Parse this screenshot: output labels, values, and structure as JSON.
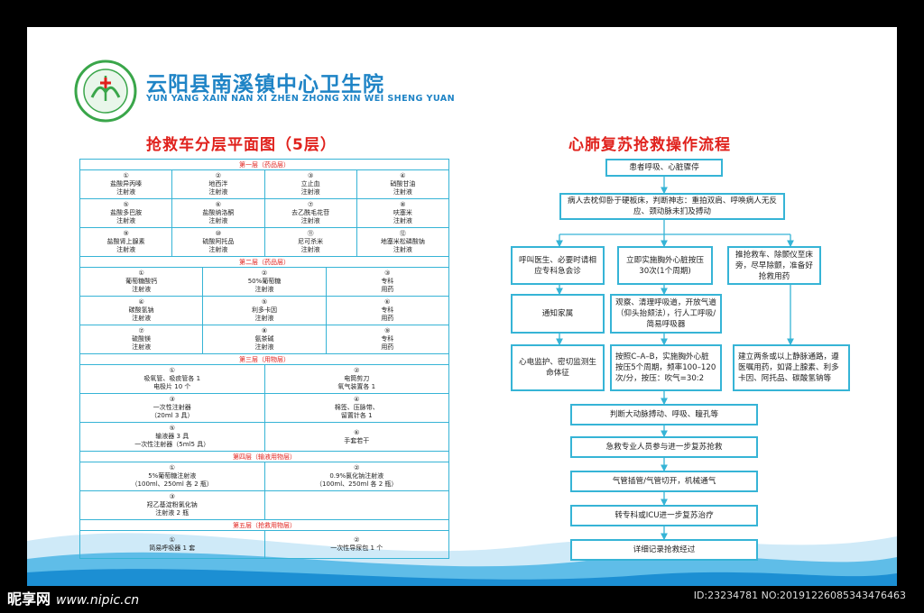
{
  "header": {
    "hospital_cn": "云阳县南溪镇中心卫生院",
    "hospital_en": "YUN YANG XAIN NAN XI ZHEN ZHONG XIN WEI SHENG YUAN",
    "left_title": "抢救车分层平面图（5层）",
    "right_title": "心肺复苏抢救操作流程"
  },
  "layers": [
    {
      "name": "第一层（药品层）",
      "rows": [
        [
          [
            "①",
            "盐酸异丙嗪",
            "注射液"
          ],
          [
            "②",
            "地西泮",
            "注射液"
          ],
          [
            "③",
            "立止血",
            "注射液"
          ],
          [
            "④",
            "硝酸甘油",
            "注射液"
          ]
        ],
        [
          [
            "⑤",
            "盐酸多巴胺",
            "注射液"
          ],
          [
            "⑥",
            "盐酸纳洛酮",
            "注射液"
          ],
          [
            "⑦",
            "去乙酰毛花苷",
            "注射液"
          ],
          [
            "⑧",
            "呋塞米",
            "注射液"
          ]
        ],
        [
          [
            "⑨",
            "盐酸肾上腺素",
            "注射液"
          ],
          [
            "⑩",
            "硫酸阿托品",
            "注射液"
          ],
          [
            "⑪",
            "尼可杀米",
            "注射液"
          ],
          [
            "⑫",
            "地塞米松磷酸钠",
            "注射液"
          ]
        ]
      ]
    },
    {
      "name": "第二层（药品层）",
      "rows": [
        [
          [
            "①",
            "葡萄糖酸钙",
            "注射液"
          ],
          [
            "②",
            "50%葡萄糖",
            "注射液"
          ],
          [
            "③",
            "专科",
            "用药"
          ]
        ],
        [
          [
            "④",
            "碳酸氢钠",
            "注射液"
          ],
          [
            "⑤",
            "利多卡因",
            "注射液"
          ],
          [
            "⑥",
            "专科",
            "用药"
          ]
        ],
        [
          [
            "⑦",
            "硫酸镁",
            "注射液"
          ],
          [
            "⑧",
            "氨茶碱",
            "注射液"
          ],
          [
            "⑨",
            "专科",
            "用药"
          ]
        ]
      ]
    },
    {
      "name": "第三层（用物层）",
      "rows": [
        [
          [
            "①",
            "吸氧管、吸痰管各 1",
            "电极片 10 个"
          ],
          [
            "②",
            "电筒剪刀",
            "氧气装置各 1"
          ]
        ],
        [
          [
            "③",
            "一次性注射器",
            "（20ml 3 具）"
          ],
          [
            "④",
            "棉签、压脉带、",
            "留置针各 1"
          ]
        ],
        [
          [
            "⑤",
            "输液器 3 具",
            "一次性注射器（5ml5 具）"
          ],
          [
            "⑥",
            "手套若干",
            ""
          ]
        ]
      ]
    },
    {
      "name": "第四层（输液用物层）",
      "rows": [
        [
          [
            "①",
            "5%葡萄糖注射液",
            "（100ml、250ml 各 2 瓶）"
          ],
          [
            "②",
            "0.9%氯化钠注射液",
            "（100ml、250ml 各 2 瓶）"
          ]
        ],
        [
          [
            "③",
            "羟乙基淀粉氯化钠",
            "注射液 2 瓶"
          ],
          [
            "",
            "",
            ""
          ]
        ]
      ]
    },
    {
      "name": "第五层（抢救用物层）",
      "rows": [
        [
          [
            "①",
            "简易呼吸器 1 套",
            ""
          ],
          [
            "②",
            "一次性导尿包 1 个",
            ""
          ]
        ]
      ]
    }
  ],
  "flow": {
    "b1": "患者呼吸、心脏骤停",
    "b2": "病人去枕仰卧于硬板床，判断神志：重拍双肩、呼唤病人无反应、颈动脉未扪及搏动",
    "b3a": "呼叫医生、必要时请相应专科急会诊",
    "b3b": "立即实施胸外心脏按压30次(1个周期)",
    "b3c": "推抢救车、除颤仪至床旁，尽早除颤，准备好抢救用药",
    "b4a": "通知家属",
    "b4b": "观察、清理呼吸道，开放气道（仰头抬颏法），行人工呼吸/简易呼吸器",
    "b5a": "心电监护、密切监测生命体征",
    "b5b": "按照C–A–B，实施胸外心脏按压5个周期，频率100–120次/分，按压：吹气=30:2",
    "b5c": "建立两条或以上静脉通路，遵医嘱用药，如肾上腺素、利多卡因、阿托品、碳酸氢钠等",
    "b6": "判断大动脉搏动、呼吸、瞳孔等",
    "b7": "急救专业人员参与进一步复苏抢救",
    "b8": "气管插管/气管切开，机械通气",
    "b9": "转专科或ICU进一步复苏治疗",
    "b10": "详细记录抢救经过"
  },
  "footer": {
    "watermark": "昵享网",
    "url": "www.nipic.cn",
    "id": "ID:23234781 NO:20191226085343476463"
  },
  "colors": {
    "blue": "#1f84c6",
    "red": "#e0211c",
    "border": "#36b4d6"
  }
}
